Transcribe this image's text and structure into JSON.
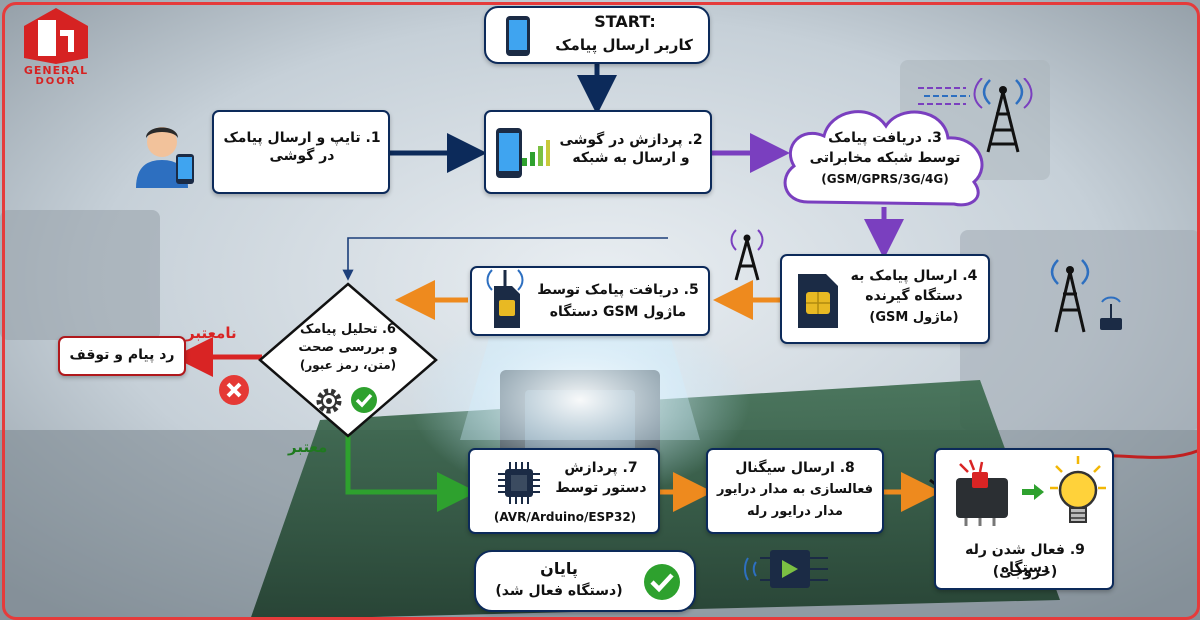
{
  "brand": {
    "name_line1": "GENERAL",
    "name_line2": "DOOR"
  },
  "steps": {
    "start": {
      "title": "START:",
      "text": "کاربر ارسال پیامک"
    },
    "s1": {
      "text": "1. تایپ و ارسال پیامک در گوشی"
    },
    "s2": {
      "text": "2. پردازش در گوشی و ارسال به شبکه"
    },
    "s3": {
      "line1": "3. دریافت پیامک",
      "line2": "توسط شبکه مخابراتی",
      "line3": "(GSM/GPRS/3G/4G)"
    },
    "s4": {
      "line1": "4. ارسال پیامک به",
      "line2": "دستگاه گیرنده",
      "line3": "(ماژول GSM)"
    },
    "s5": {
      "line1": "5. دریافت پیامک توسط",
      "line2": "ماژول GSM دستگاه"
    },
    "s6": {
      "line1": "6. تحلیل پیامک",
      "line2": "و بررسی صحت",
      "line3": "(متن، رمز عبور)"
    },
    "reject": {
      "text": "رد پیام و توقف"
    },
    "s7": {
      "line1": "7. پردازش",
      "line2": "دستور توسط",
      "line3": "(AVR/Arduino/ESP32)"
    },
    "s8": {
      "line1": "8. ارسال سیگنال",
      "line2": "فعالسازی به مدار درایور",
      "line3": "مدار درایور رله"
    },
    "s9": {
      "line1": "9. فعال شدن رله دستگاه",
      "line2": "(خروجی)"
    },
    "end": {
      "line1": "پایان",
      "line2": "(دستگاه فعال شد)"
    }
  },
  "labels": {
    "invalid": "نامعتبر",
    "valid": "معتبر"
  },
  "colors": {
    "navy": "#0c2a5a",
    "purple": "#7a3fbf",
    "orange": "#ee8a1e",
    "green": "#2ea12e",
    "red": "#d92424",
    "frame": "#e53b3b"
  },
  "icons": [
    "user-with-phone-icon",
    "smartphone-icon",
    "signal-bars-icon",
    "cloud-icon",
    "cell-tower-icon",
    "sim-card-icon",
    "sim-module-icon",
    "gear-icon",
    "check-icon",
    "cross-icon",
    "microchip-icon",
    "relay-icon",
    "light-bulb-icon",
    "relay-driver-icon"
  ]
}
